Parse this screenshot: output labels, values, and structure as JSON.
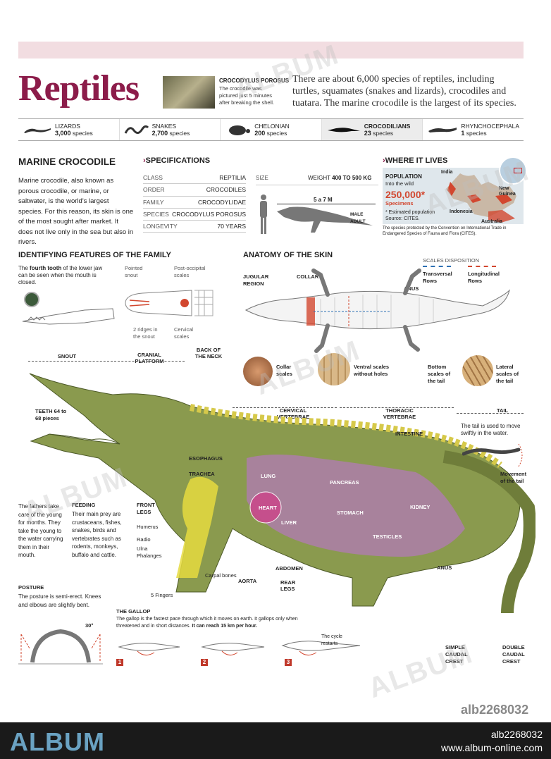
{
  "header": {
    "title": "Reptiles",
    "photo_caption_title": "CROCODYLUS POROSUS",
    "photo_caption": "The crocodile was pictured just 5 minutes after breaking the shell.",
    "intro": "There are about 6,000 species of reptiles, including turtles, squamates (snakes and lizards), crocodiles and tuatara. The marine crocodile is the largest of its species."
  },
  "groups": [
    {
      "name": "LIZARDS",
      "count": "3,000",
      "unit": "species"
    },
    {
      "name": "SNAKES",
      "count": "2,700",
      "unit": "species"
    },
    {
      "name": "CHELONIAN",
      "count": "200",
      "unit": "species"
    },
    {
      "name": "CROCODILIANS",
      "count": "23",
      "unit": "species"
    },
    {
      "name": "RHYNCHOCEPHALA",
      "count": "1",
      "unit": "species"
    }
  ],
  "marine": {
    "heading": "MARINE CROCODILE",
    "text": "Marine crocodile, also known as porous crocodile, or marine, or saltwater, is the world's largest species. For this reason, its skin is one of the most sought after market. It does not live only in the sea but also in rivers."
  },
  "specs": {
    "heading": "SPECIFICATIONS",
    "rows": [
      {
        "k": "CLASS",
        "v": "REPTILIA"
      },
      {
        "k": "ORDER",
        "v": "CROCODILES"
      },
      {
        "k": "FAMILY",
        "v": "CROCODYLIDAE"
      },
      {
        "k": "SPECIES",
        "v": "CROCODYLUS POROSUS"
      },
      {
        "k": "LONGEVITY",
        "v": "70 YEARS"
      }
    ],
    "size_label": "SIZE",
    "weight_label": "WEIGHT",
    "weight_value": "400 TO 500 KG",
    "length": "5 a 7 M",
    "male_adult": "MALE ADULT"
  },
  "habitat": {
    "heading": "WHERE IT LIVES",
    "population_label": "POPULATION",
    "population_sub": "Into the wild",
    "population_value": "250,000*",
    "population_unit": "Specimens",
    "note": "* Estimated population Source: CITES.",
    "map_labels": [
      "India",
      "New Guinea",
      "Indonesia",
      "Australia"
    ],
    "footnote": "The species protected by the Convention on International Trade in Endangered Species of Fauna and Flora (CITES)."
  },
  "features": {
    "heading": "IDENTIFYING FEATURES OF THE FAMILY",
    "tooth_pre": "The ",
    "tooth_bold": "fourth tooth",
    "tooth_post": " of the lower jaw can be seen when the mouth is closed.",
    "pointed_snout": "Pointed snout",
    "post_occipital": "Post-occipital scales",
    "ridges": "2 ridges in the snout",
    "cervical": "Cervical scales"
  },
  "skin": {
    "heading": "ANATOMY OF THE SKIN",
    "scales_disposition": "SCALES DISPOSITION",
    "transversal": "Transversal Rows",
    "longitudinal": "Longitudinal Rows",
    "jugular": "JUGULAR REGION",
    "collar": "COLLAR",
    "anus": "ANUS",
    "swatches": [
      {
        "label": "Collar scales"
      },
      {
        "label": "Ventral scales without holes"
      },
      {
        "label": "Bottom scales of the tail"
      },
      {
        "label": "Lateral scales of the tail"
      }
    ]
  },
  "main": {
    "regions": {
      "snout": "SNOUT",
      "cranial": "CRANIAL PLATFORM",
      "back_neck": "BACK OF THE NECK",
      "cervical": "CERVICAL VERTEBRAE",
      "thoracic": "THORACIC VERTEBRAE",
      "tail": "TAIL"
    },
    "teeth": "TEETH 64 to 68 pieces",
    "organs": {
      "esophagus": "ESOPHAGUS",
      "trachea": "TRACHEA",
      "lung": "LUNG",
      "heart": "HEART",
      "liver": "LIVER",
      "pancreas": "PANCREAS",
      "stomach": "STOMACH",
      "kidney": "KIDNEY",
      "testicles": "TESTICLES",
      "intestine": "INTESTINE",
      "aorta": "AORTA",
      "abdomen": "ABDOMEN",
      "anus": "ANUS",
      "rear_legs": "REAR LEGS"
    },
    "front_legs": "FRONT LEGS",
    "bones": [
      "Humerus",
      "Radio",
      "Ulna",
      "Phalanges",
      "Carpal bones"
    ],
    "fingers": "5 Fingers",
    "tail_text": "The tail is used to move swiftly in the water.",
    "tail_movement": "Movement of the tail",
    "crest_simple": "SIMPLE CAUDAL CREST",
    "crest_double": "DOUBLE CAUDAL CREST",
    "young_text": "The fathers take care of the young for months. They take the young to the water carrying them in their mouth.",
    "feeding_title": "FEEDING",
    "feeding_text": "Their main prey are crustaceans, fishes, snakes, birds and vertebrates such as rodents, monkeys, buffalo and cattle.",
    "posture_title": "POSTURE",
    "posture_text": "The posture is semi-erect. Knees and elbows are slightly bent.",
    "posture_angle": "30°",
    "gallop_title": "THE GALLOP",
    "gallop_text": "The gallop is the fastest pace through which it moves on earth. It gallops only when threatened and in short distances. ",
    "gallop_bold": "It can reach 15 km per hour.",
    "gallop_steps": [
      "1",
      "2",
      "3"
    ],
    "cycle": "The cycle restarts"
  },
  "watermark": {
    "logo": "ALBUM",
    "id": "alb2268032",
    "url": "www.album-online.com",
    "code": "alb2268032",
    "overlay": "ALBUM"
  }
}
